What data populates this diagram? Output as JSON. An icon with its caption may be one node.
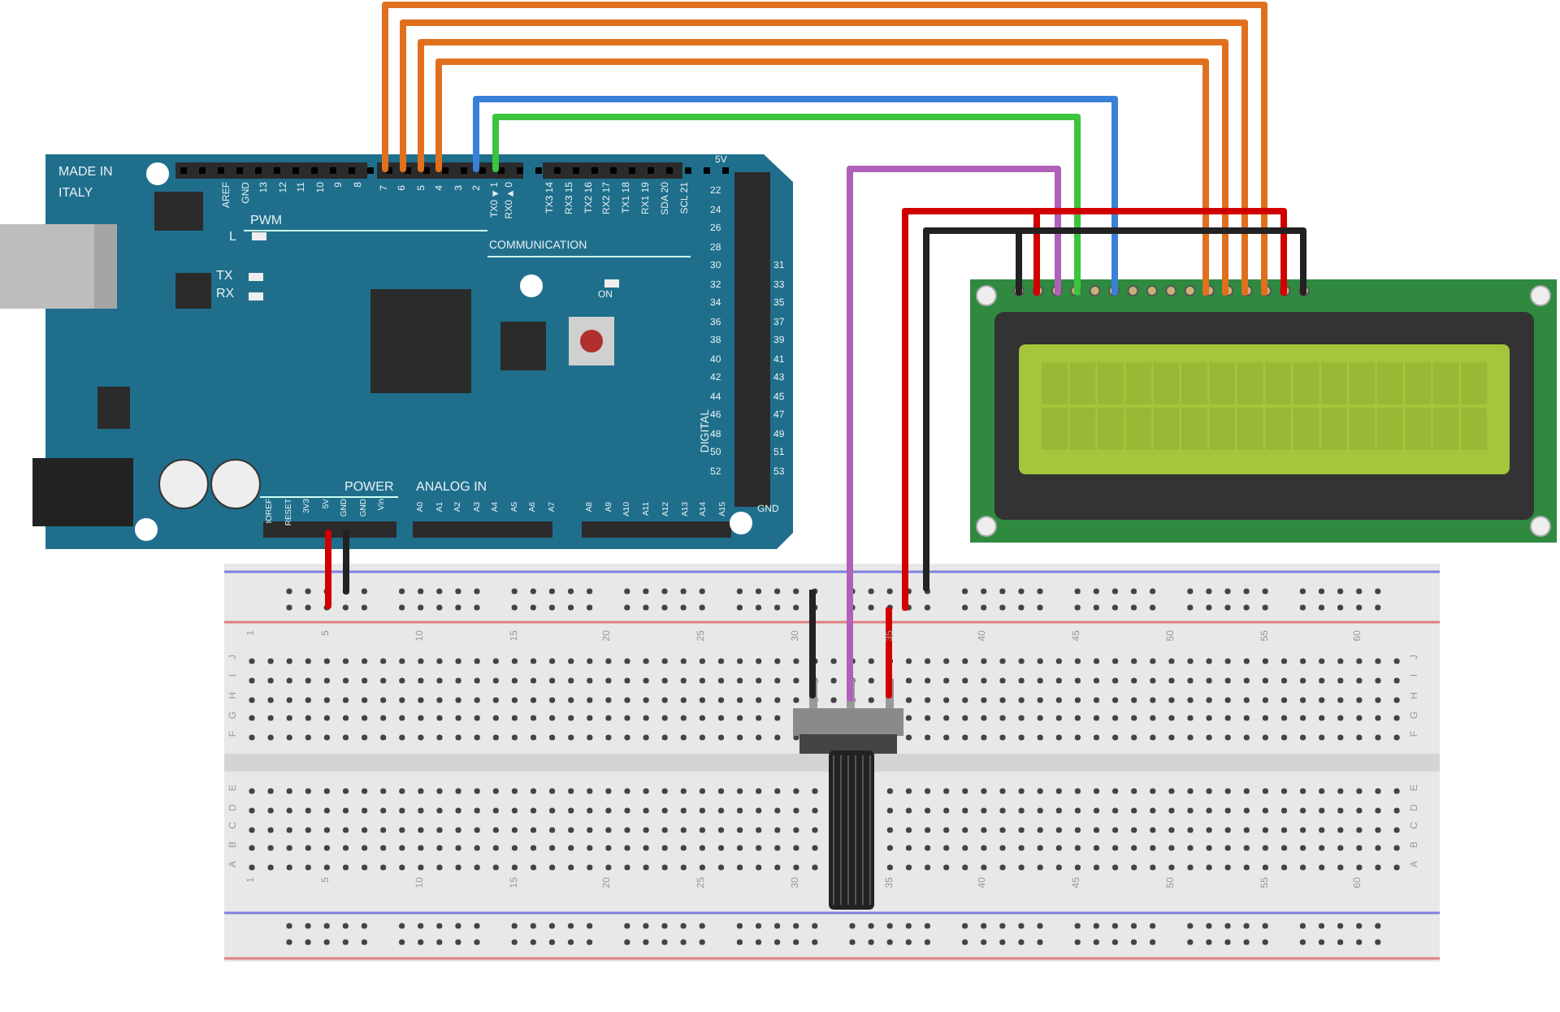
{
  "diagram": {
    "nodes": [
      {
        "text": [],
        "shape": "picture"
      },
      {
        "text": [],
        "shape": "picture"
      },
      {
        "text": [],
        "shape": "picture"
      },
      {
        "text": [],
        "shape": "picture",
        "in": 2
      }
    ],
    "edges": [
      {
        "from": 0,
        "to": 1,
        "arrow": "none",
        "color": "#e0701e"
      },
      {
        "from": 0,
        "to": 1,
        "arrow": "none",
        "color": "#e0701e"
      },
      {
        "from": 0,
        "to": 1,
        "arrow": "none",
        "color": "#e0701e"
      },
      {
        "from": 0,
        "to": 1,
        "arrow": "none",
        "color": "#e0701e"
      },
      {
        "from": 0,
        "to": 1,
        "arrow": "none",
        "color": "#3a80d8"
      },
      {
        "from": 0,
        "to": 1,
        "arrow": "none",
        "color": "#3cc43c"
      },
      {
        "from": 3,
        "to": 1,
        "arrow": "none",
        "color": "#b060b8"
      },
      {
        "from": 2,
        "to": 1,
        "arrow": "none",
        "color": "#d00000"
      },
      {
        "from": 2,
        "to": 1,
        "arrow": "none",
        "color": "#d00000"
      },
      {
        "from": 2,
        "to": 1,
        "arrow": "none",
        "color": "#222222"
      },
      {
        "from": 2,
        "to": 1,
        "arrow": "none",
        "color": "#222222"
      },
      {
        "from": 0,
        "to": 2,
        "arrow": "none",
        "color": "#d00000"
      },
      {
        "from": 0,
        "to": 2,
        "arrow": "none",
        "color": "#222222"
      },
      {
        "from": 2,
        "to": 3,
        "arrow": "none",
        "color": "#222222"
      },
      {
        "from": 2,
        "to": 3,
        "arrow": "none",
        "color": "#d00000"
      }
    ],
    "labels": [
      "MADE IN ITALY",
      "AREF",
      "GND",
      "13",
      "12",
      "11",
      "10",
      "9",
      "8",
      "7",
      "6",
      "5",
      "4",
      "3",
      "2",
      "TX0 ◄1",
      "RX0 ►0",
      "TX3 14",
      "RX3 15",
      "TX2 16",
      "RX2 17",
      "TX1 18",
      "RX1 19",
      "SDA 20",
      "SCL 21",
      "PWM",
      "L",
      "TX",
      "RX",
      "COMMUNICATION",
      "ON",
      "5V",
      "22",
      "24",
      "26",
      "28",
      "30",
      "32",
      "34",
      "36",
      "38",
      "40",
      "42",
      "44",
      "46",
      "48",
      "50",
      "52",
      "31",
      "33",
      "35",
      "37",
      "39",
      "41",
      "43",
      "45",
      "47",
      "49",
      "51",
      "53",
      "DIGITAL",
      "GND",
      "POWER",
      "ANALOG IN",
      "IOREF",
      "RESET",
      "3V3",
      "5V",
      "GND",
      "GND",
      "Vin",
      "A0",
      "A1",
      "A2",
      "A3",
      "A4",
      "A5",
      "A6",
      "A7",
      "A8",
      "A9",
      "A10",
      "A11",
      "A12",
      "A13",
      "A14",
      "A15",
      "1",
      "5",
      "10",
      "15",
      "20",
      "25",
      "30",
      "35",
      "40",
      "45",
      "50",
      "55",
      "60",
      "J",
      "I",
      "H",
      "G",
      "F",
      "J",
      "I",
      "H",
      "G",
      "F",
      "E",
      "D",
      "C",
      "B",
      "A",
      "E",
      "D",
      "C",
      "B",
      "A",
      "1",
      "5",
      "10",
      "15",
      "20",
      "25",
      "30",
      "35",
      "40",
      "45",
      "50",
      "55",
      "60"
    ]
  }
}
